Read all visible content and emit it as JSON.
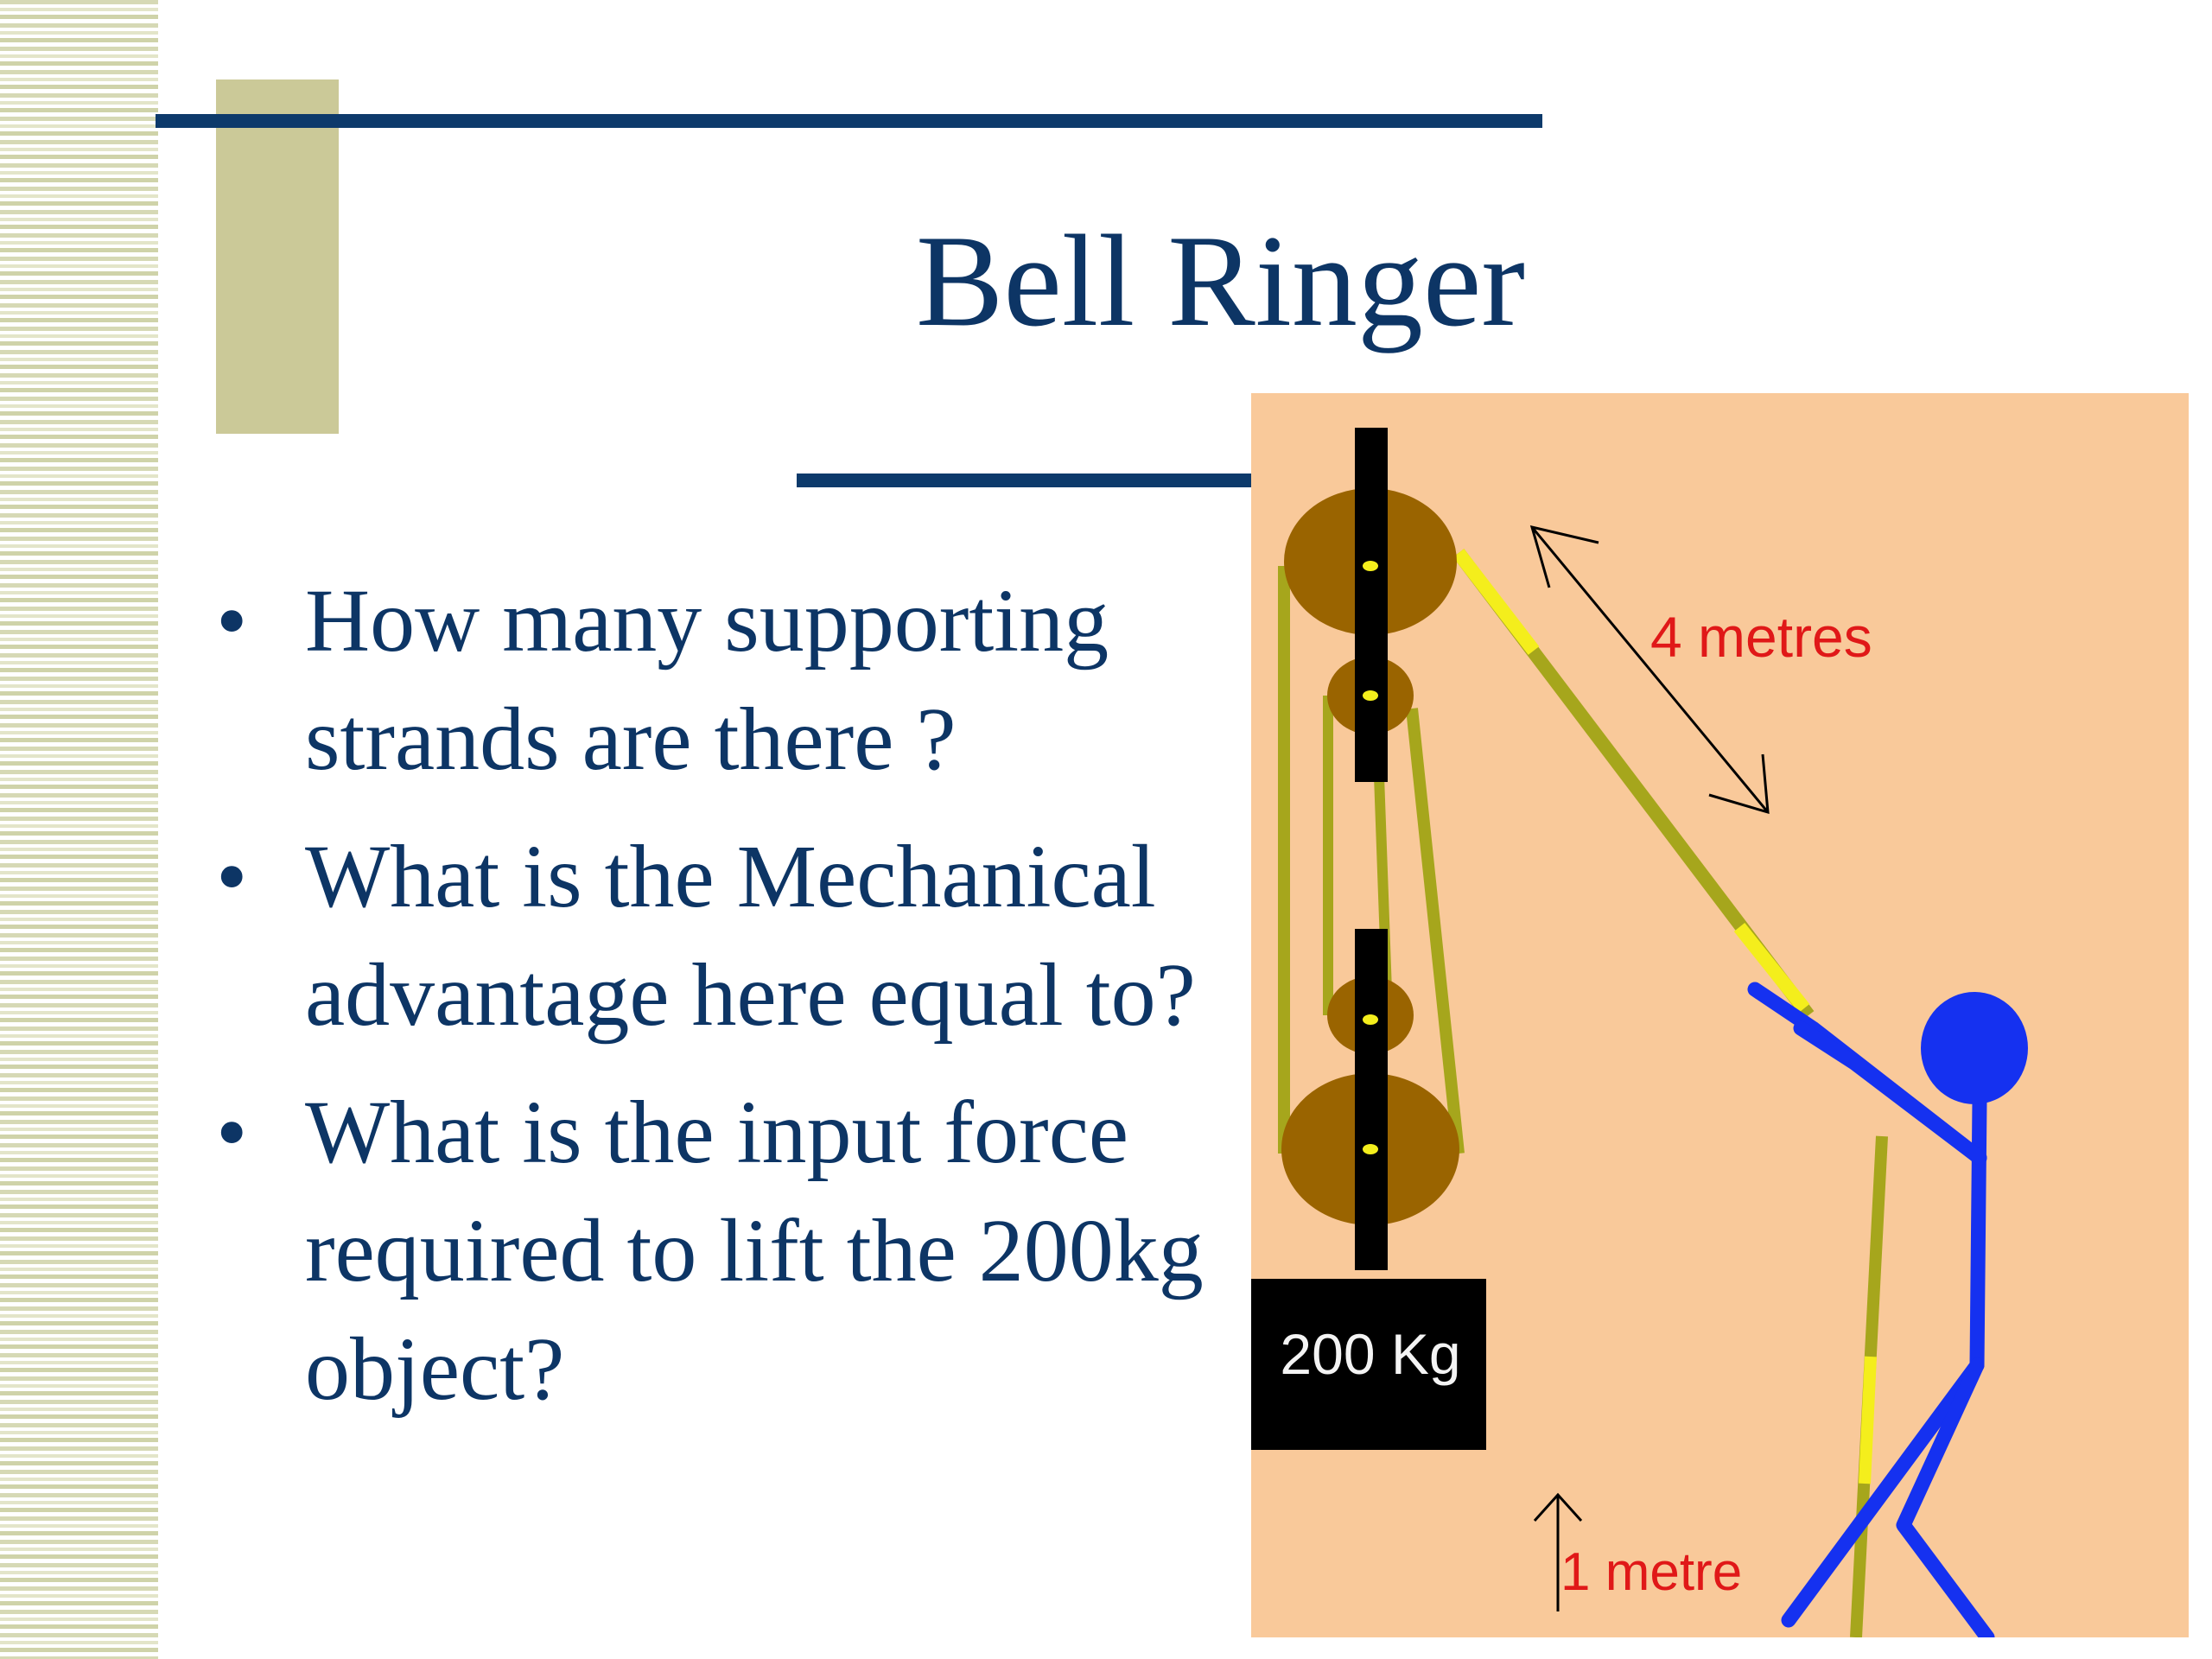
{
  "slide": {
    "title": "Bell Ringer",
    "bullets": [
      {
        "marker": "•",
        "text": "How many supporting strands are there ?"
      },
      {
        "marker": "•",
        "text": "What is the Mechanical advantage here equal to?"
      },
      {
        "marker": "•",
        "text": "What is the input force required to lift the 200kg object?"
      }
    ]
  },
  "figure": {
    "load_label": "200 Kg",
    "pull_distance_label": "4 metres",
    "lift_distance_label": "1 metre"
  },
  "colors": {
    "title_text": "#0d3565",
    "rule": "#0d3a6b",
    "accent_block": "#cbc998",
    "figure_background": "#f9c99a",
    "pulley": "#9a6400",
    "rope": "#a6a61c",
    "rope_highlight": "#f4ee1c",
    "person": "#1531f0",
    "label_red": "#e01818"
  }
}
